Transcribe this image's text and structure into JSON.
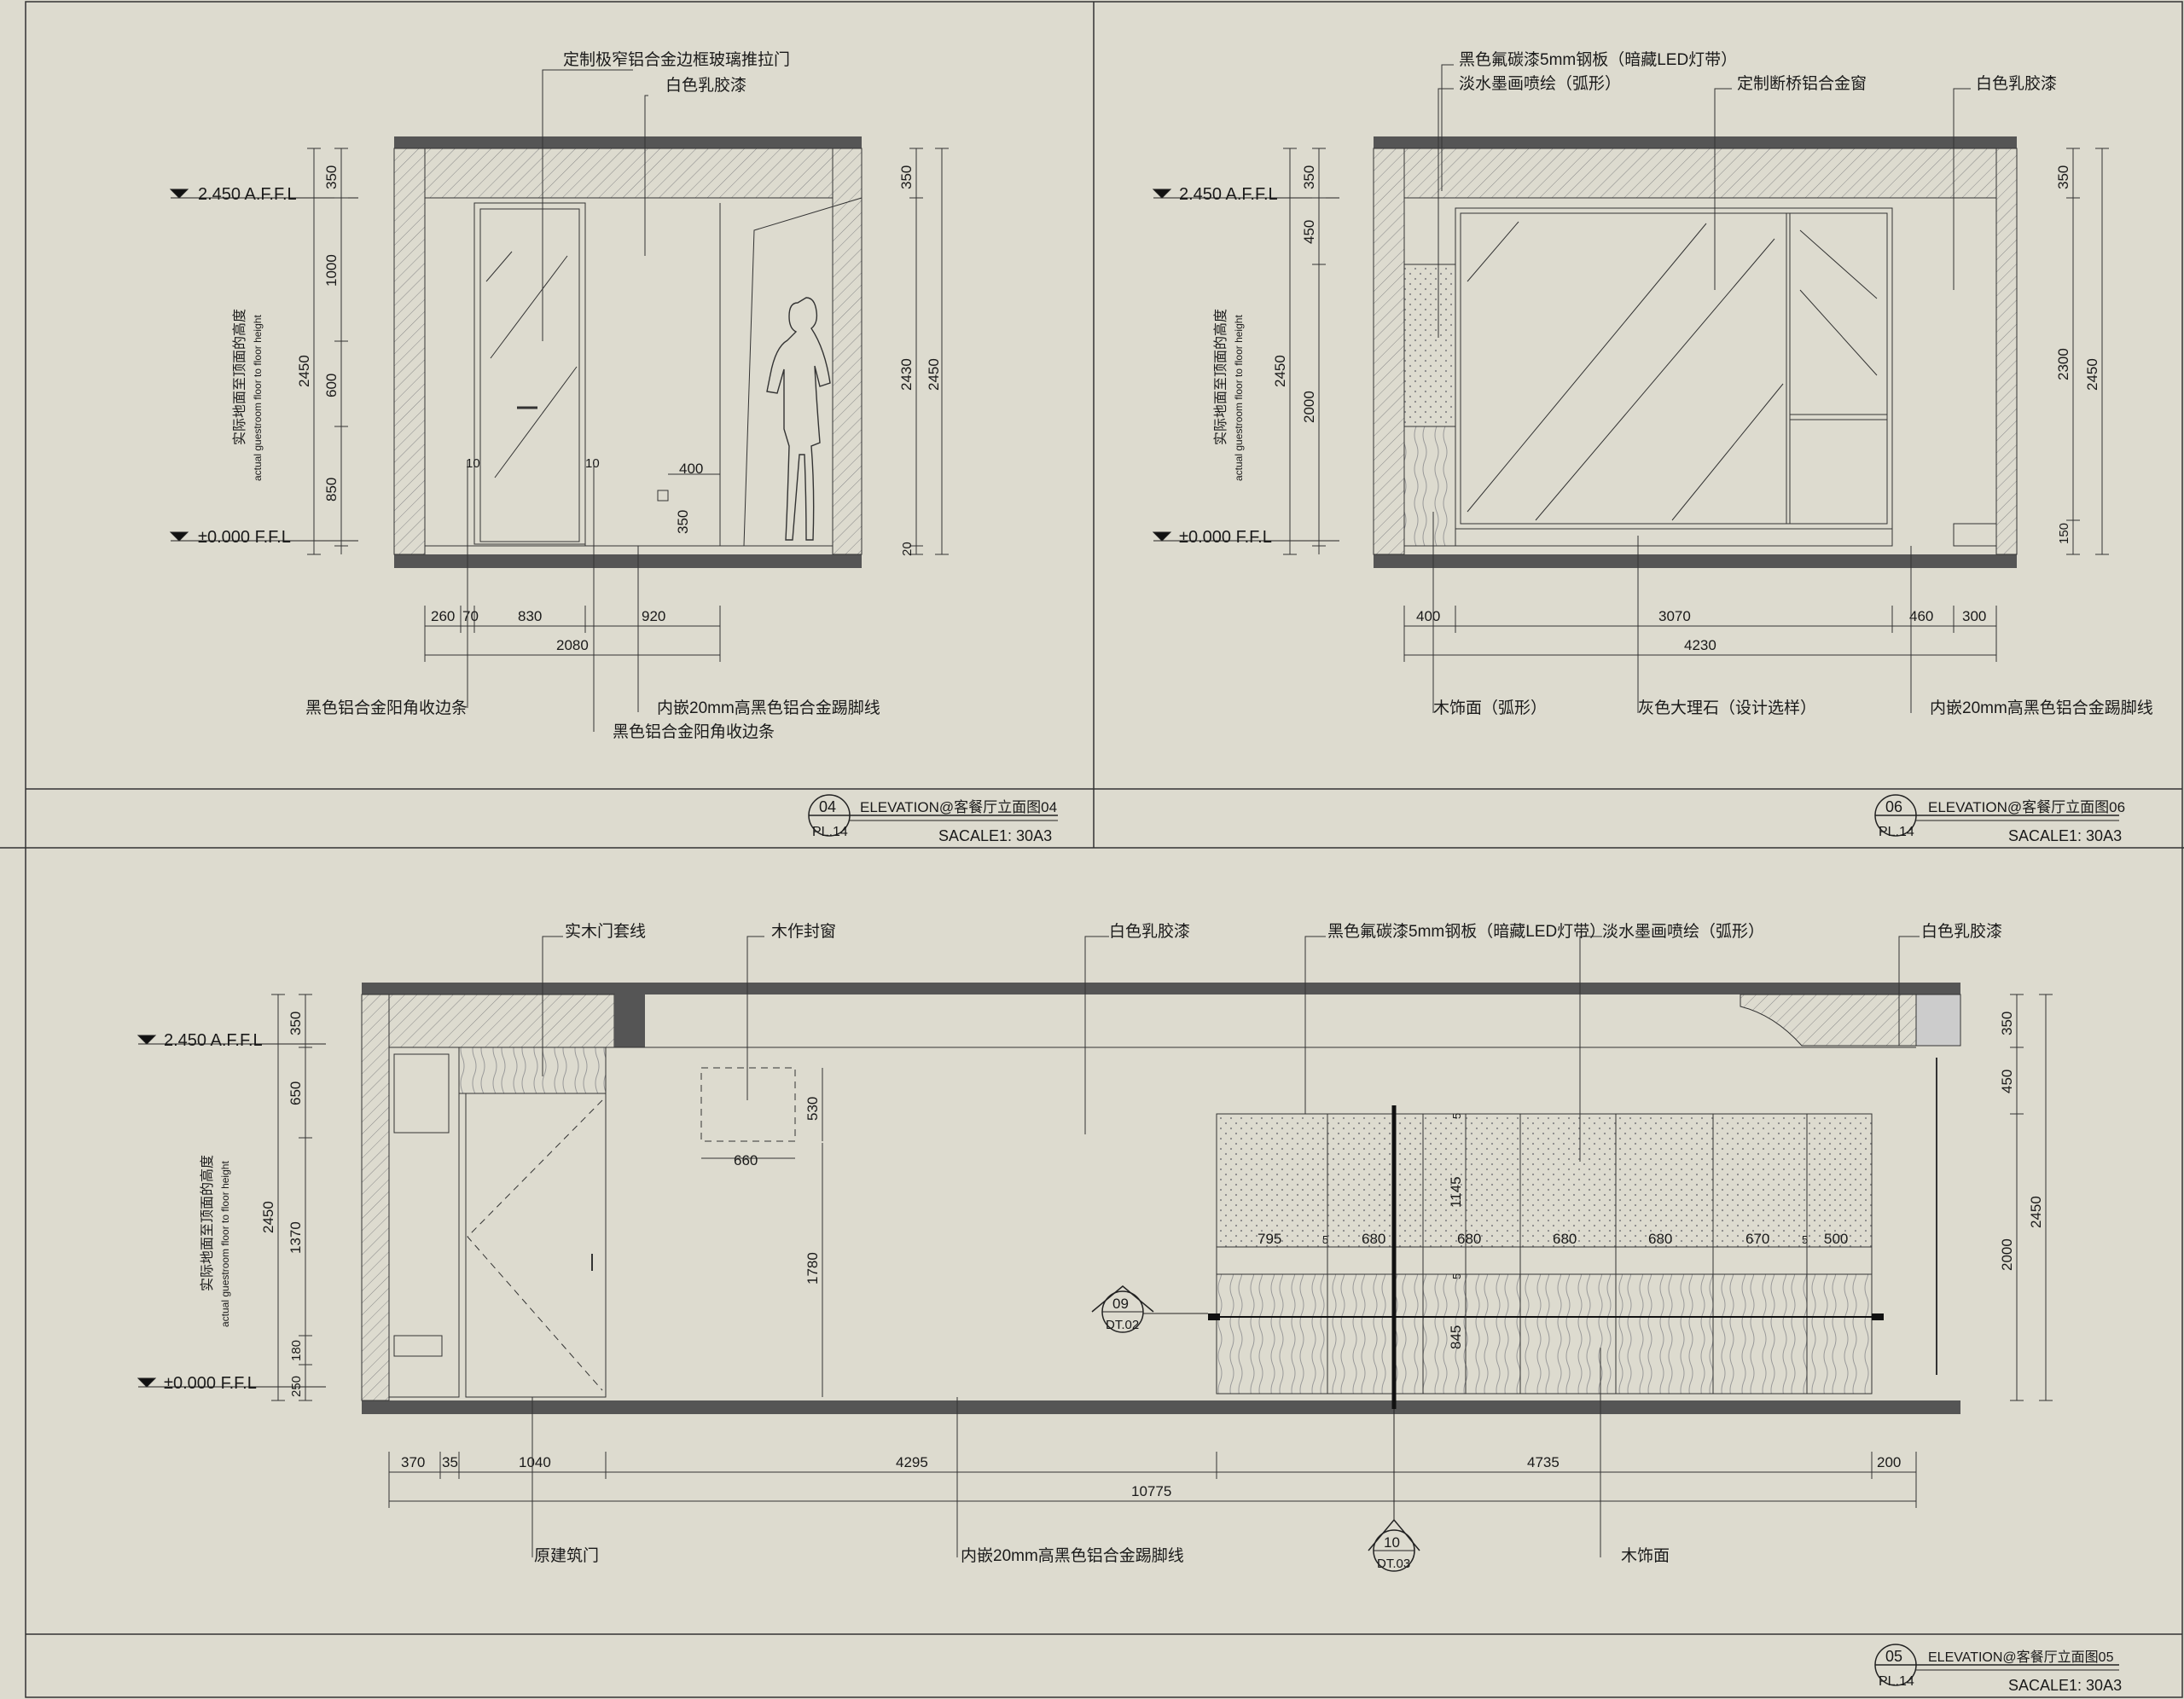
{
  "panels": [
    {
      "id": "04",
      "sheet": "PL.14",
      "title": "ELEVATION@客餐厅立面图04",
      "scale": "SACALE1: 30A3",
      "level_top": "2.450 A.F.F.L",
      "level_bottom": "±0.000 F.F.L",
      "height_caption_cn": "实际地面至顶面的高度",
      "height_caption_en": "actual guestroom floor to floor height",
      "notes_top": [
        "定制极窄铝合金边框玻璃推拉门",
        "白色乳胶漆"
      ],
      "notes_bottom": [
        "黑色铝合金阳角收边条",
        "内嵌20mm高黑色铝合金踢脚线",
        "黑色铝合金阳角收边条"
      ],
      "dims_left": [
        "350",
        "1000",
        "2450",
        "600",
        "850"
      ],
      "dims_right": [
        "350",
        "2430",
        "2450",
        "20"
      ],
      "dims_inner": [
        "400",
        "350",
        "10",
        "10"
      ],
      "dims_bottom": [
        "260",
        "70",
        "830",
        "920",
        "2080"
      ]
    },
    {
      "id": "06",
      "sheet": "PL.14",
      "title": "ELEVATION@客餐厅立面图06",
      "scale": "SACALE1: 30A3",
      "level_top": "2.450 A.F.F.L",
      "level_bottom": "±0.000 F.F.L",
      "height_caption_cn": "实际地面至顶面的高度",
      "height_caption_en": "actual guestroom floor to floor height",
      "notes_top": [
        "黑色氟碳漆5mm钢板（暗藏LED灯带）",
        "淡水墨画喷绘（弧形）",
        "定制断桥铝合金窗",
        "白色乳胶漆"
      ],
      "notes_bottom": [
        "木饰面（弧形）",
        "灰色大理石（设计选样）",
        "内嵌20mm高黑色铝合金踢脚线"
      ],
      "dims_left": [
        "350",
        "450",
        "2450",
        "2000"
      ],
      "dims_right": [
        "350",
        "2300",
        "2450",
        "150"
      ],
      "dims_bottom": [
        "400",
        "3070",
        "460",
        "300",
        "4230"
      ]
    },
    {
      "id": "05",
      "sheet": "PL.14",
      "title": "ELEVATION@客餐厅立面图05",
      "scale": "SACALE1: 30A3",
      "level_top": "2.450 A.F.F.L",
      "level_bottom": "±0.000 F.F.L",
      "height_caption_cn": "实际地面至顶面的高度",
      "height_caption_en": "actual guestroom floor to floor height",
      "notes_top": [
        "实木门套线",
        "木作封窗",
        "白色乳胶漆",
        "黑色氟碳漆5mm钢板（暗藏LED灯带）",
        "淡水墨画喷绘（弧形）",
        "白色乳胶漆"
      ],
      "notes_bottom": [
        "原建筑门",
        "内嵌20mm高黑色铝合金踢脚线",
        "木饰面"
      ],
      "dims_left": [
        "350",
        "650",
        "2450",
        "1370",
        "180",
        "250"
      ],
      "dims_right": [
        "350",
        "450",
        "2000",
        "2450"
      ],
      "dims_inner": [
        "530",
        "660",
        "1780",
        "1145",
        "845",
        "5",
        "5"
      ],
      "dims_panel": [
        "795",
        "5",
        "680",
        "680",
        "680",
        "680",
        "670",
        "5",
        "500"
      ],
      "dims_bottom": [
        "370",
        "35",
        "1040",
        "4295",
        "4735",
        "200",
        "10775"
      ],
      "sections": [
        {
          "num": "09",
          "sheet": "DT.02"
        },
        {
          "num": "10",
          "sheet": "DT.03"
        }
      ]
    }
  ]
}
